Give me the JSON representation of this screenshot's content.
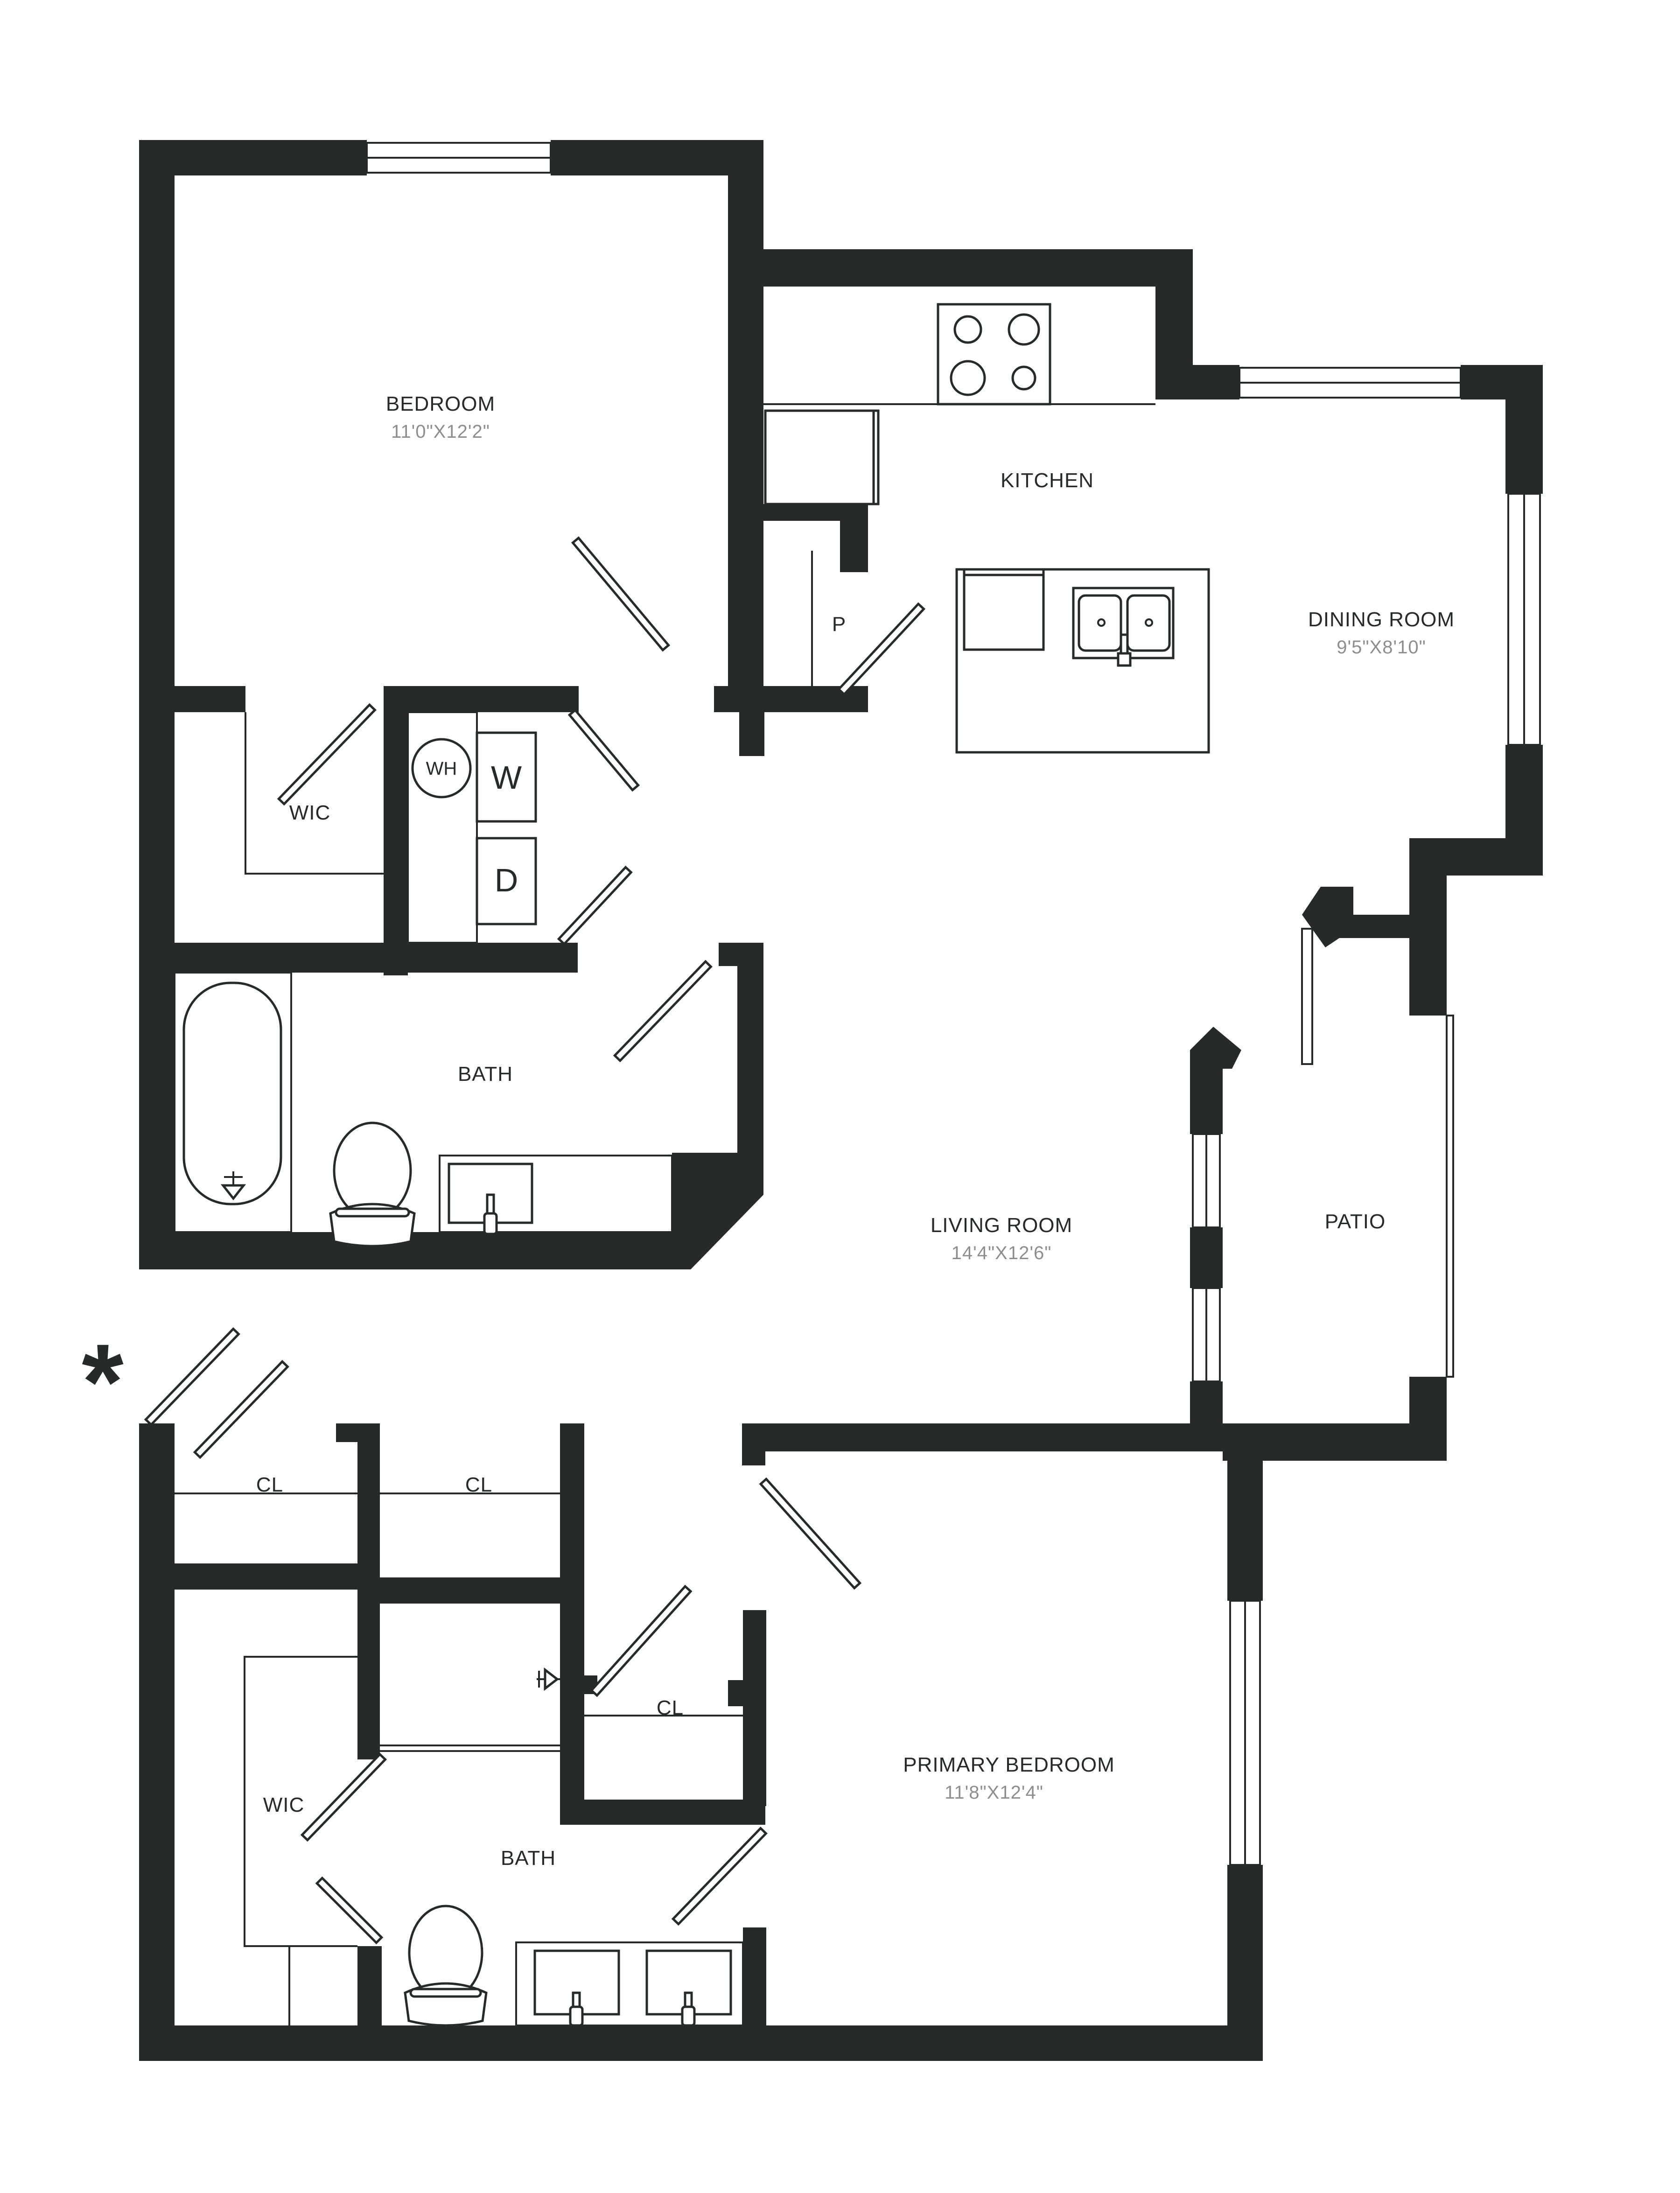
{
  "rooms": {
    "bedroom": {
      "label": "BEDROOM",
      "dims": "11'0\"X12'2\""
    },
    "kitchen": {
      "label": "KITCHEN"
    },
    "dining_room": {
      "label": "DINING ROOM",
      "dims": "9'5\"X8'10\""
    },
    "pantry": {
      "label": "P"
    },
    "wic_upper": {
      "label": "WIC"
    },
    "bath_upper": {
      "label": "BATH"
    },
    "living_room": {
      "label": "LIVING ROOM",
      "dims": "14'4\"X12'6\""
    },
    "patio": {
      "label": "PATIO"
    },
    "closet_1": {
      "label": "CL"
    },
    "closet_2": {
      "label": "CL"
    },
    "closet_3": {
      "label": "CL"
    },
    "primary_bedroom": {
      "label": "PRIMARY BEDROOM",
      "dims": "11'8\"X12'4\""
    },
    "wic_lower": {
      "label": "WIC"
    },
    "bath_lower": {
      "label": "BATH"
    }
  },
  "appliances": {
    "water_heater": "WH",
    "washer": "W",
    "dryer": "D"
  },
  "marker": "*",
  "colors": {
    "wall": "#262a29",
    "dimension_text": "#8c8f8e",
    "background": "#ffffff"
  }
}
